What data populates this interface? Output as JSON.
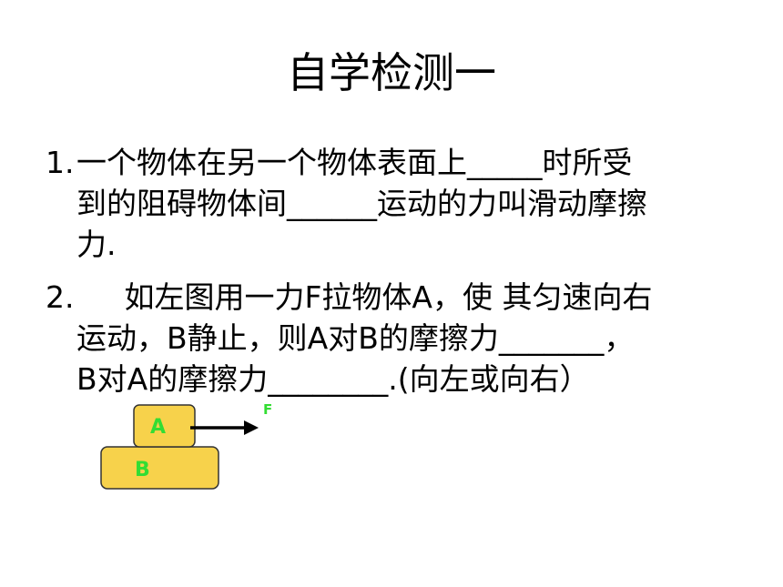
{
  "title": "自学检测一",
  "question1": {
    "number": "1.",
    "line1": "一个物体在另一个物体表面上_____时所受",
    "line2": "到的阻碍物体间______运动的力叫滑动摩擦",
    "line3": "力."
  },
  "question2": {
    "number": "2.",
    "line1": "     如左图用一力F拉物体A，使 其匀速向右",
    "line2": "运动，B静止，则A对B的摩擦力_______，",
    "line3": "B对A的摩擦力________.(向左或向右）"
  },
  "diagram": {
    "block_a_label": "A",
    "block_b_label": "B",
    "force_label": "F",
    "block_fill": "#f7d24b",
    "block_stroke": "#333333",
    "label_color": "#33dd33",
    "arrow_color": "#000000"
  }
}
